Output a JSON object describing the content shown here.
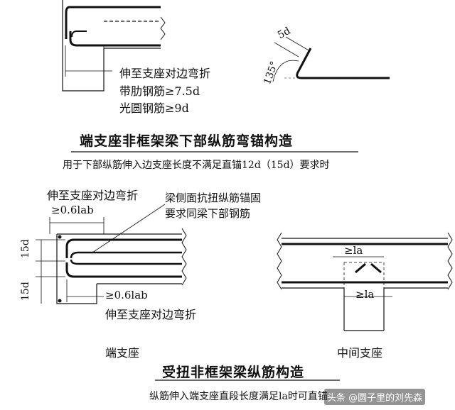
{
  "top": {
    "label_extend": "伸至支座对边弯折",
    "label_ribbed": "带肋钢筋≥7.5d",
    "label_plain": "光圆钢筋≥9d",
    "hook_len": "5d",
    "hook_angle": "135°",
    "title": "端支座非框架梁下部纵筋弯锚构造",
    "subtitle": "用于下部纵筋伸入边支座长度不满足直锚12d（15d）要求时"
  },
  "bottom": {
    "label_extend_top": "伸至支座对边弯折",
    "dim_top": "≥0.6lab",
    "note_line1": "梁侧面抗扭纵筋锚固",
    "note_line2": "要求同梁下部钢筋",
    "dim_15d_a": "15d",
    "dim_15d_b": "15d",
    "dim_bottom": "≥0.6lab",
    "label_extend_bottom": "伸至支座对边弯折",
    "caption_end": "端支座",
    "dim_la_1": "≥la",
    "dim_la_2": "≥la",
    "caption_mid": "中间支座",
    "title": "受扭非框架梁纵筋构造",
    "subtitle": "纵筋伸入端支座直段长度满足la时可直锚"
  },
  "watermark": "头条 @圆子里的刘先森"
}
